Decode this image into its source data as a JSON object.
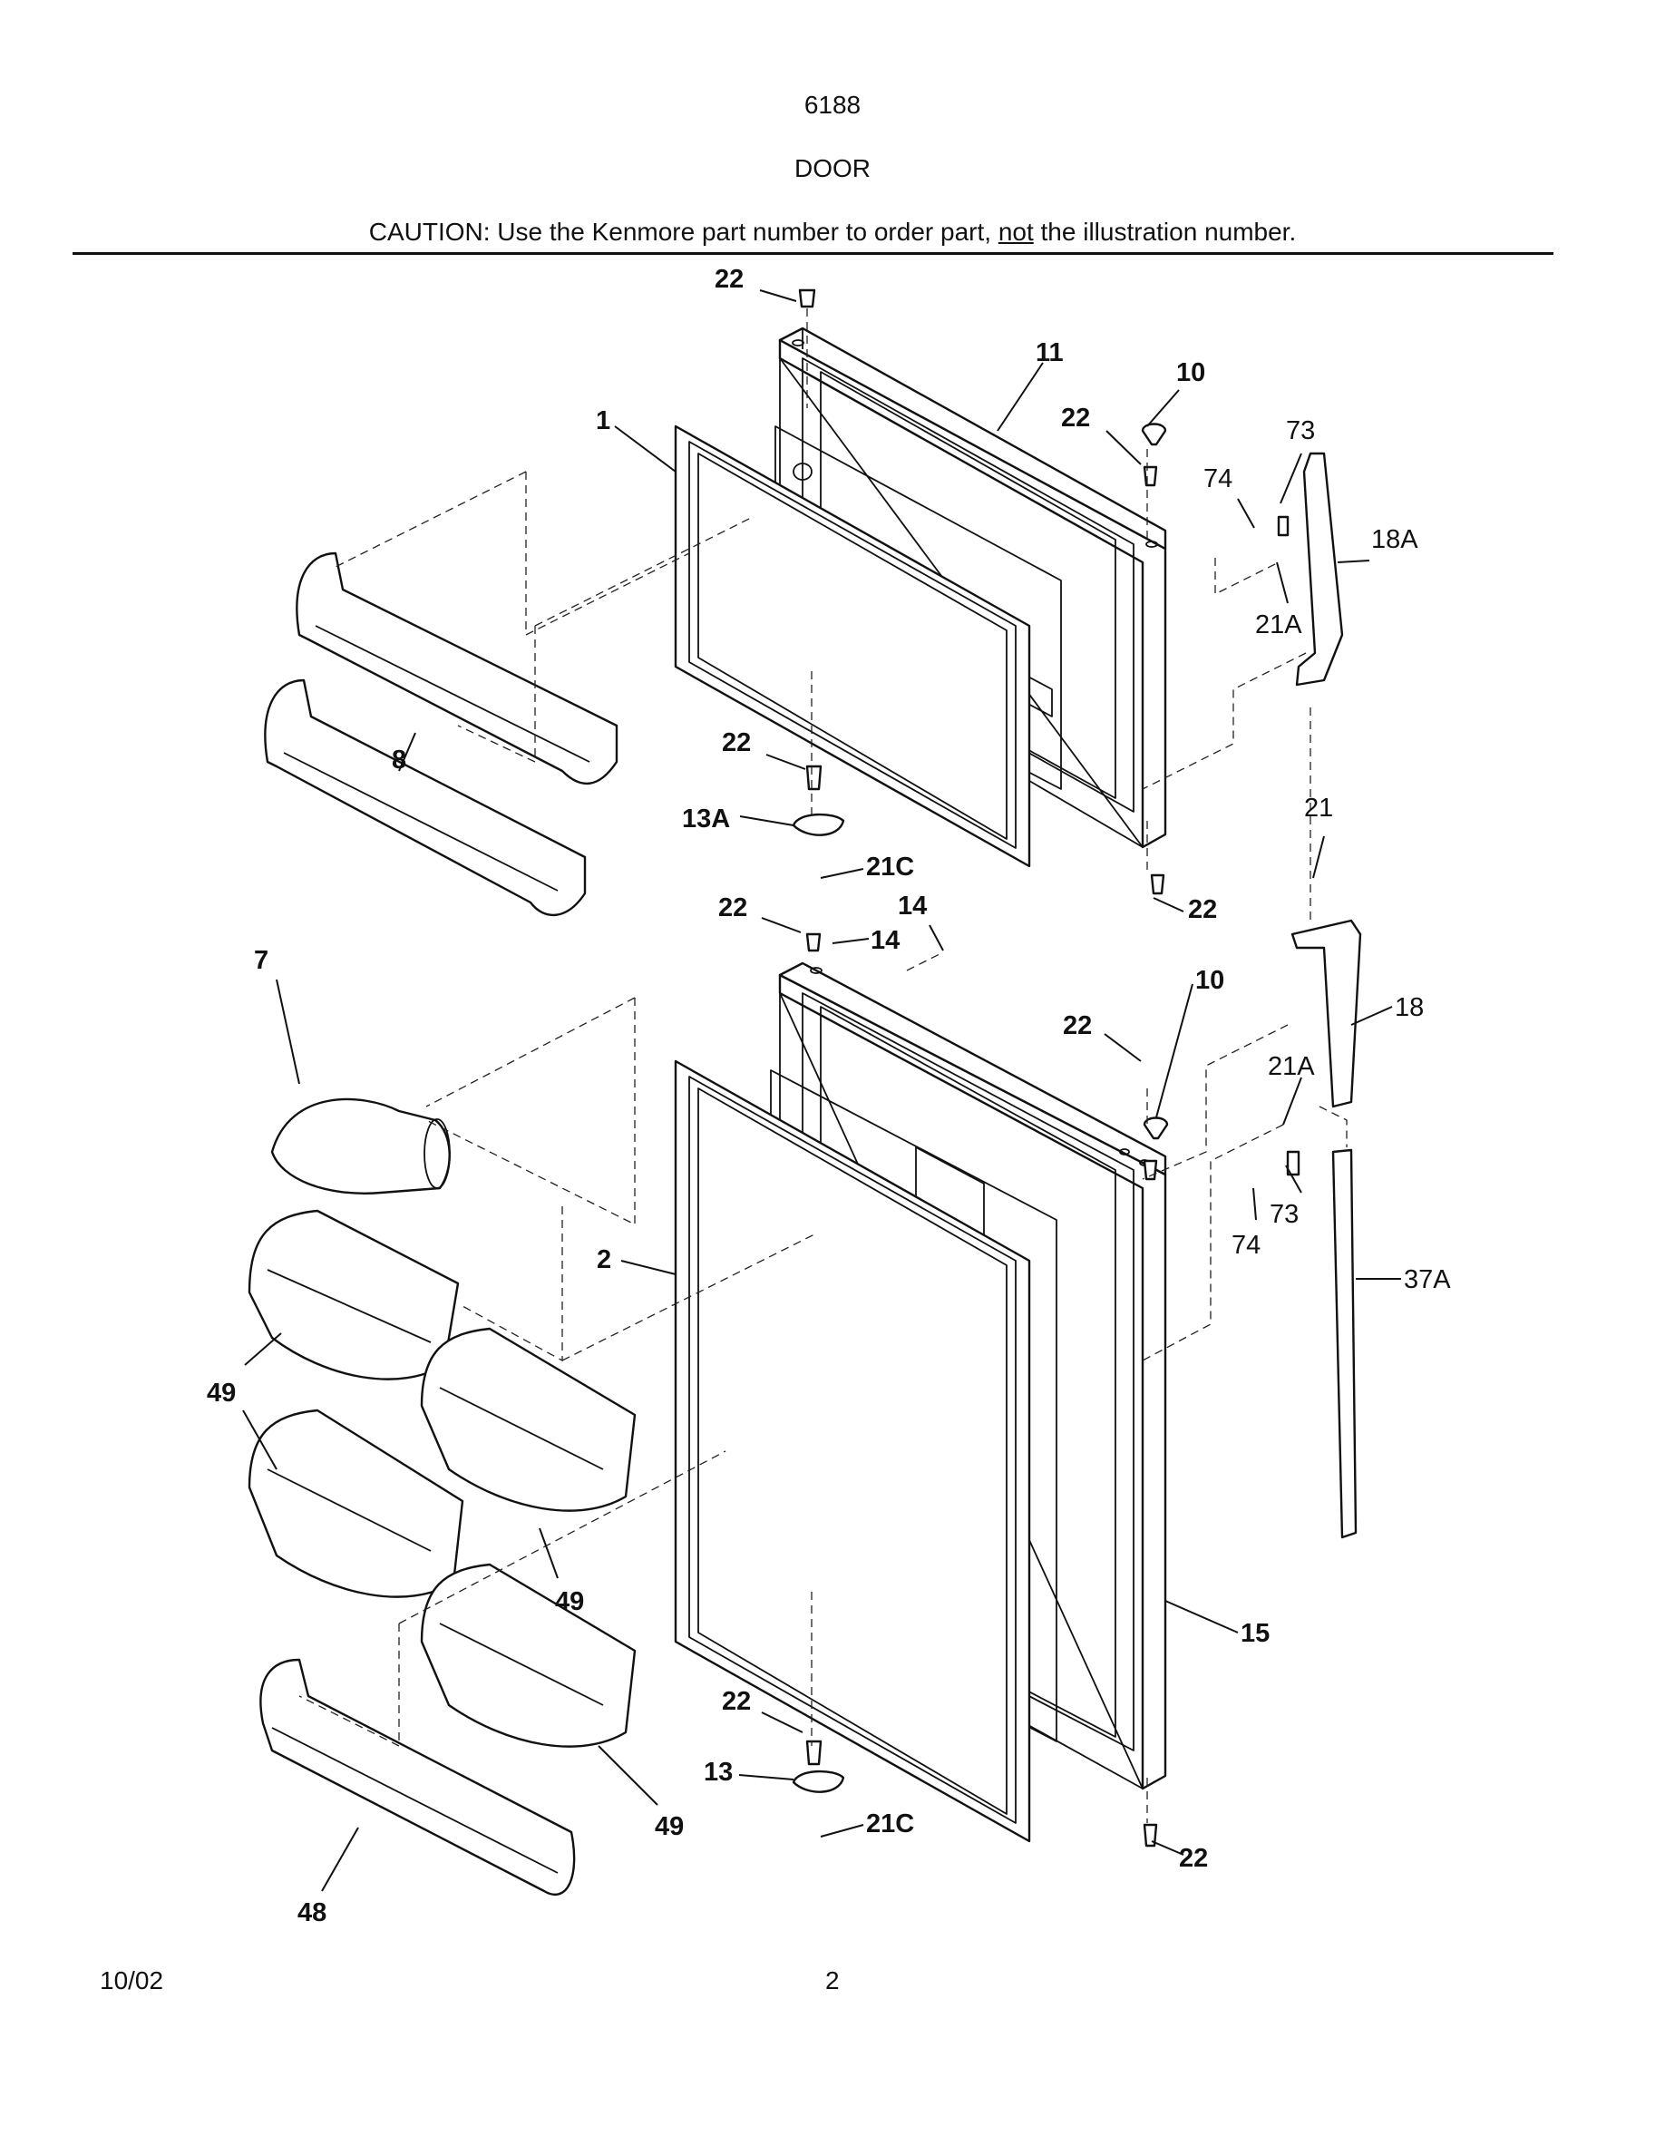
{
  "header": {
    "model": "6188",
    "title": "DOOR",
    "caution_before": "CAUTION: Use the Kenmore part number to order part, ",
    "caution_underlined": "not",
    "caution_after": " the illustration number."
  },
  "footer": {
    "date": "10/02",
    "page": "2"
  },
  "callouts": {
    "c22_top": "22",
    "c11": "11",
    "c10_top": "10",
    "c22_hinge_top": "22",
    "c1": "1",
    "c73_top": "73",
    "c74_top": "74",
    "c18A": "18A",
    "c21A_top": "21A",
    "c8": "8",
    "c22_mid_left": "22",
    "c13A": "13A",
    "c21C_top": "21C",
    "c21": "21",
    "c22_mid_right": "22",
    "c22_upper_lower": "22",
    "c14_a": "14",
    "c14_b": "14",
    "c7": "7",
    "c10_low": "10",
    "c22_hinge_low": "22",
    "c18": "18",
    "c21A_low": "21A",
    "c73_low": "73",
    "c74_low": "74",
    "c2": "2",
    "c37A": "37A",
    "c49_a": "49",
    "c49_b": "49",
    "c15": "15",
    "c22_bottom_left": "22",
    "c13": "13",
    "c49_c": "49",
    "c21C_low": "21C",
    "c22_bottom_right": "22",
    "c48": "48"
  },
  "colors": {
    "ink": "#111111",
    "paper": "#ffffff"
  }
}
